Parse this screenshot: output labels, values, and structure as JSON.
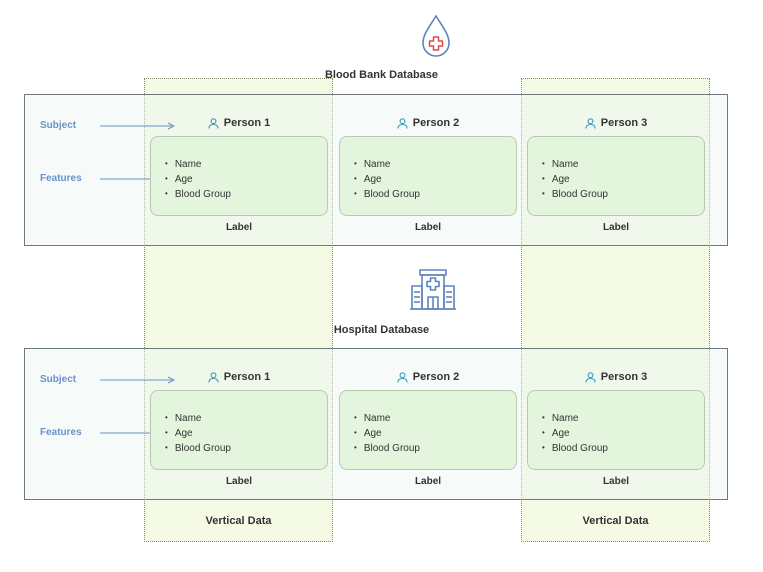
{
  "blood_bank": {
    "title": "Blood Bank Database",
    "subject_label": "Subject",
    "features_label": "Features",
    "persons": [
      {
        "name": "Person 1",
        "features": [
          "Name",
          "Age",
          "Blood Group"
        ],
        "label": "Label"
      },
      {
        "name": "Person 2",
        "features": [
          "Name",
          "Age",
          "Blood Group"
        ],
        "label": "Label"
      },
      {
        "name": "Person 3",
        "features": [
          "Name",
          "Age",
          "Blood Group"
        ],
        "label": "Label"
      }
    ]
  },
  "hospital": {
    "title": "Hospital Database",
    "subject_label": "Subject",
    "features_label": "Features",
    "persons": [
      {
        "name": "Person 1",
        "features": [
          "Name",
          "Age",
          "Blood Group"
        ],
        "label": "Label"
      },
      {
        "name": "Person 2",
        "features": [
          "Name",
          "Age",
          "Blood Group"
        ],
        "label": "Label"
      },
      {
        "name": "Person 3",
        "features": [
          "Name",
          "Age",
          "Blood Group"
        ],
        "label": "Label"
      }
    ]
  },
  "vertical_bands": [
    {
      "label": "Vertical Data"
    },
    {
      "label": "Vertical Data"
    }
  ],
  "icons": {
    "blood_drop": "blood-drop-icon",
    "hospital": "hospital-building-icon",
    "person": "person-icon"
  },
  "colors": {
    "accent_blue": "#6a92c9",
    "card_green": "#e3f5dd",
    "band_yellow": "#ecf5d0",
    "person_icon": "#3a9ab3",
    "cross_red": "#e04848"
  }
}
